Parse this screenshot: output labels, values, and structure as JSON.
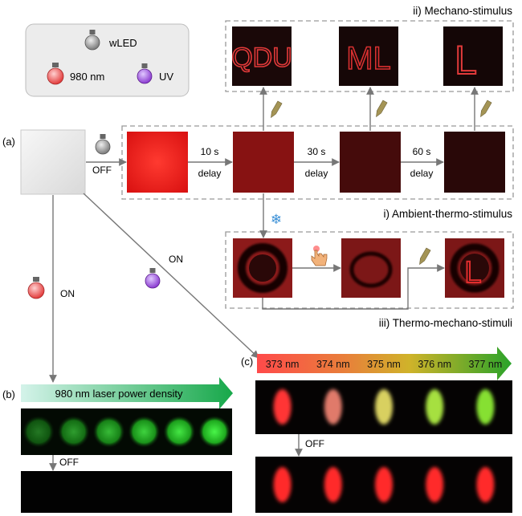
{
  "legend": {
    "items": [
      {
        "icon": "white-led-bulb-icon",
        "label": "wLED"
      },
      {
        "icon": "nir-980-bulb-icon",
        "label": "980 nm"
      },
      {
        "icon": "uv-bulb-icon",
        "label": "UV"
      }
    ]
  },
  "panel_labels": {
    "a": "(a)",
    "b": "(b)",
    "c": "(c)"
  },
  "ambient": {
    "title": "i) Ambient-thermo-stimulus",
    "off_label": "OFF",
    "delays": [
      {
        "time": "10 s",
        "word": "delay"
      },
      {
        "time": "30 s",
        "word": "delay"
      },
      {
        "time": "60 s",
        "word": "delay"
      }
    ],
    "intensity": [
      1.0,
      0.55,
      0.22,
      0.08
    ]
  },
  "mechano": {
    "title": "ii) Mechano-stimulus",
    "written": [
      "QDU",
      "ML",
      "L"
    ]
  },
  "thermo_mechano": {
    "title": "iii) Thermo-mechano-stimuli",
    "written": "L"
  },
  "branches": {
    "nir_on": "ON",
    "uv_on": "ON"
  },
  "panel_b": {
    "title": "980 nm laser power density",
    "off_label": "OFF",
    "spot_levels": [
      0.45,
      0.6,
      0.72,
      0.82,
      0.9,
      0.96
    ]
  },
  "panel_c": {
    "wavelengths": [
      "373 nm",
      "374 nm",
      "375 nm",
      "376 nm",
      "377 nm"
    ],
    "colors_on": [
      "#ff3535",
      "#e07a6a",
      "#d8d060",
      "#a6e040",
      "#86e030"
    ],
    "off_label": "OFF",
    "colors_off": [
      "#ff2a2a",
      "#ff2a2a",
      "#ff2a2a",
      "#ff2a2a",
      "#ff2a2a"
    ]
  }
}
